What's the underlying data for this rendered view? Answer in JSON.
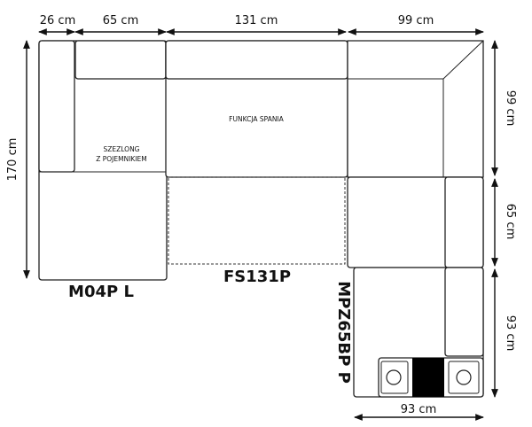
{
  "dimensions": {
    "top_26": "26 cm",
    "top_65": "65 cm",
    "top_131": "131 cm",
    "top_99": "99 cm",
    "left_170": "170 cm",
    "right_99": "99 cm",
    "right_65": "65 cm",
    "right_93": "93 cm",
    "bottom_93": "93 cm"
  },
  "labels": {
    "chaise_line1": "SZEZLONG",
    "chaise_line2": "Z POJEMNIKIEM",
    "sleep_function": "FUNKCJA SPANIA"
  },
  "module_codes": {
    "left": "M04P L",
    "middle": "FS131P",
    "right": "MPZ65BP P"
  }
}
